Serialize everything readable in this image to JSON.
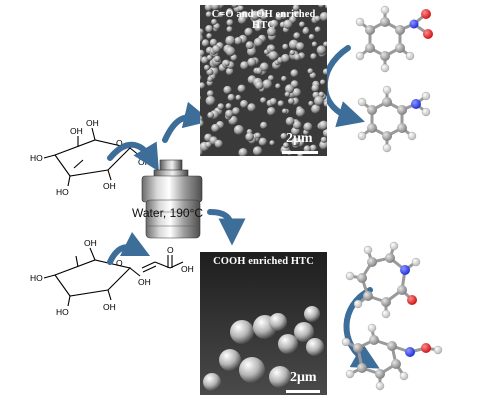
{
  "top_panel": {
    "label": "C=O and OH enriched HTC",
    "scale": "2μm"
  },
  "bottom_panel": {
    "label": "COOH enriched HTC",
    "scale": "2μm"
  },
  "reactor": {
    "label": "Water, 190°C"
  },
  "glucose": {
    "oh": "OH",
    "ho": "HO"
  },
  "acrylic_acid": {
    "oh": "OH",
    "o": "O"
  },
  "colors": {
    "arrow": "#3d6d99",
    "carbon": "#9a9a9a",
    "hydrogen": "#ffffff",
    "nitrogen": "#2a3cff",
    "oxygen": "#e81818"
  }
}
